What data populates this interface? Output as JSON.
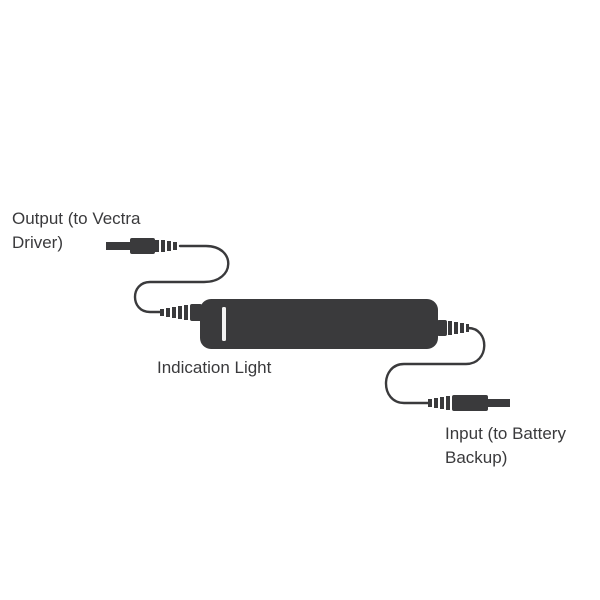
{
  "labels": {
    "output_line1": "Output (to Vectra",
    "output_line2": "Driver)",
    "indication": "Indication Light",
    "input_line1": "Input (to Battery",
    "input_line2": "Backup)"
  },
  "colors": {
    "device_body": "#3a3a3c",
    "cable": "#3a3a3c",
    "indicator_light": "#f2f2f2",
    "text": "#3a3a3c"
  }
}
